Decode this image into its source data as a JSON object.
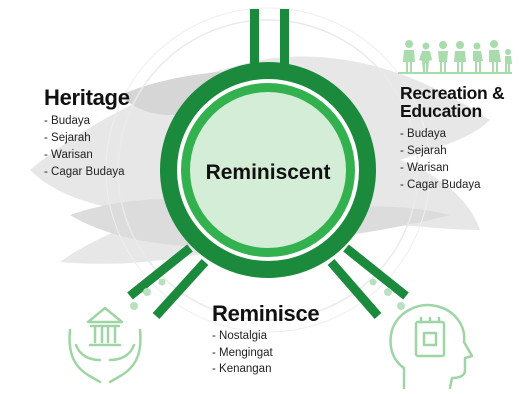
{
  "center": {
    "label": "Reminiscent"
  },
  "heritage": {
    "title": "Heritage",
    "items": [
      "Budaya",
      "Sejarah",
      "Warisan",
      "Cagar Budaya"
    ]
  },
  "recreation": {
    "title_line1": "Recreation &",
    "title_line2": "Education",
    "items": [
      "Budaya",
      "Sejarah",
      "Warisan",
      "Cagar Budaya"
    ]
  },
  "reminisce": {
    "title": "Reminisce",
    "items": [
      "Nostalgia",
      "Mengingat",
      "Kenangan"
    ]
  },
  "icons": {
    "people": "people-silhouettes-icon",
    "heritage": "hands-holding-building-icon",
    "mind": "head-with-brain-chip-icon"
  },
  "colors": {
    "dark_green": "#1c8a3c",
    "mid_green": "#33b14f",
    "light_green": "#d3edd6",
    "icon_green": "#9fd5a4",
    "brush_gray": "#dcdcdc"
  }
}
